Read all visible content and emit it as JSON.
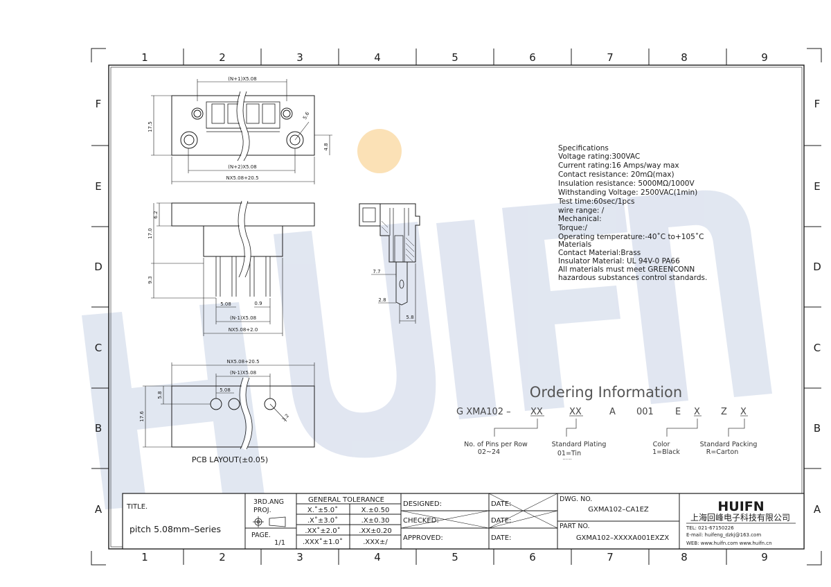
{
  "grid": {
    "columns": [
      "1",
      "2",
      "3",
      "4",
      "5",
      "6",
      "7",
      "8",
      "9"
    ],
    "rows": [
      "F",
      "E",
      "D",
      "C",
      "B",
      "A"
    ]
  },
  "watermark": {
    "text": "HUIFN",
    "color": "#c9d3e6",
    "dot_color": "#f7c97a"
  },
  "dims": {
    "top_view": {
      "pitch_total": "(N+1)X5.08",
      "height": "17.5",
      "hole": "5.6",
      "offset": "4.8",
      "pitch_n2": "(N+2)X5.08",
      "overall": "NX5.08+20.5"
    },
    "front_view": {
      "top_h": "6.2",
      "body_h": "17.0",
      "pin_h": "9.3",
      "pitch": "5.08",
      "pin_w": "0.9",
      "span": "(N-1)X5.08",
      "overall": "NX5.08+2.0"
    },
    "pcb": {
      "overall": "NX5.08+20.5",
      "span": "(N-1)X5.08",
      "pitch": "5.08",
      "row_off": "5.8",
      "height": "17.6",
      "hole": "3.2",
      "caption": "PCB LAYOUT(±0.05)"
    },
    "side_view": {
      "d1": "7.7",
      "d2": "2.8",
      "d3": "5.8"
    }
  },
  "specifications": [
    "Specifications",
    "Voltage rating:300VAC",
    "Current rating:16 Amps/way max",
    "Contact resistance: 20mΩ(max)",
    "Insulation resistance: 5000MΩ/1000V",
    "Withstanding Voltage: 2500VAC(1min)",
    "Test time:60sec/1pcs",
    "wire range: /",
    "Mechanical:",
    "Torque:/",
    "Operating temperature:-40˚C to+105˚C",
    "Materials",
    "Contact Material:Brass",
    "Insulator Material: UL 94V-0 PA66",
    "All materials must meet GREENCONN",
    "hazardous substances control standards."
  ],
  "ordering": {
    "title": "Ordering Information",
    "code": [
      "G XMA102 –",
      "XX",
      "XX",
      "A",
      "001",
      "E",
      "X",
      "Z",
      "X"
    ],
    "labels": {
      "pins": "No. of Pins per Row",
      "pins_range": "02~24",
      "plating": "Standard Plating",
      "plating_val": "01=Tin",
      "plating_dots": "......",
      "color": "Color",
      "color_val": "1=Black",
      "packing": "Standard Packing",
      "packing_val": "R=Carton"
    }
  },
  "title_block": {
    "title_label": "TITLE.",
    "title_value": "pitch  5.08mm–Series",
    "proj_label1": "3RD.ANG",
    "proj_label2": "PROJ.",
    "page_label": "PAGE.",
    "page_value": "1/1",
    "tolerance_header": "GENERAL  TOLERANCE",
    "tolerances": [
      [
        "X.˚±5.0˚",
        "X.±0.50"
      ],
      [
        ".X˚±3.0˚",
        ".X±0.30"
      ],
      [
        ".XX˚±2.0˚",
        ".XX±0.20"
      ],
      [
        ".XXX˚±1.0˚",
        ".XXX±/"
      ]
    ],
    "designed": "DESIGNED:",
    "checked": "CHECKED:",
    "approved": "APPROVED:",
    "date": "DATE:",
    "dwg_no_label": "DWG.  NO.",
    "dwg_no": "GXMA102–CA1EZ",
    "part_no_label": "PART  NO.",
    "part_no": "GXMA102–XXXXA001EXZX",
    "company_logo": "HUIFN",
    "company_name": "上海回峰电子科技有限公司",
    "tel": "TEL: 021-67150226",
    "email": "E-mail: huifeng_dzkj@163.com",
    "web": "WEB: www.huifn.com    www.huifn.cn"
  }
}
